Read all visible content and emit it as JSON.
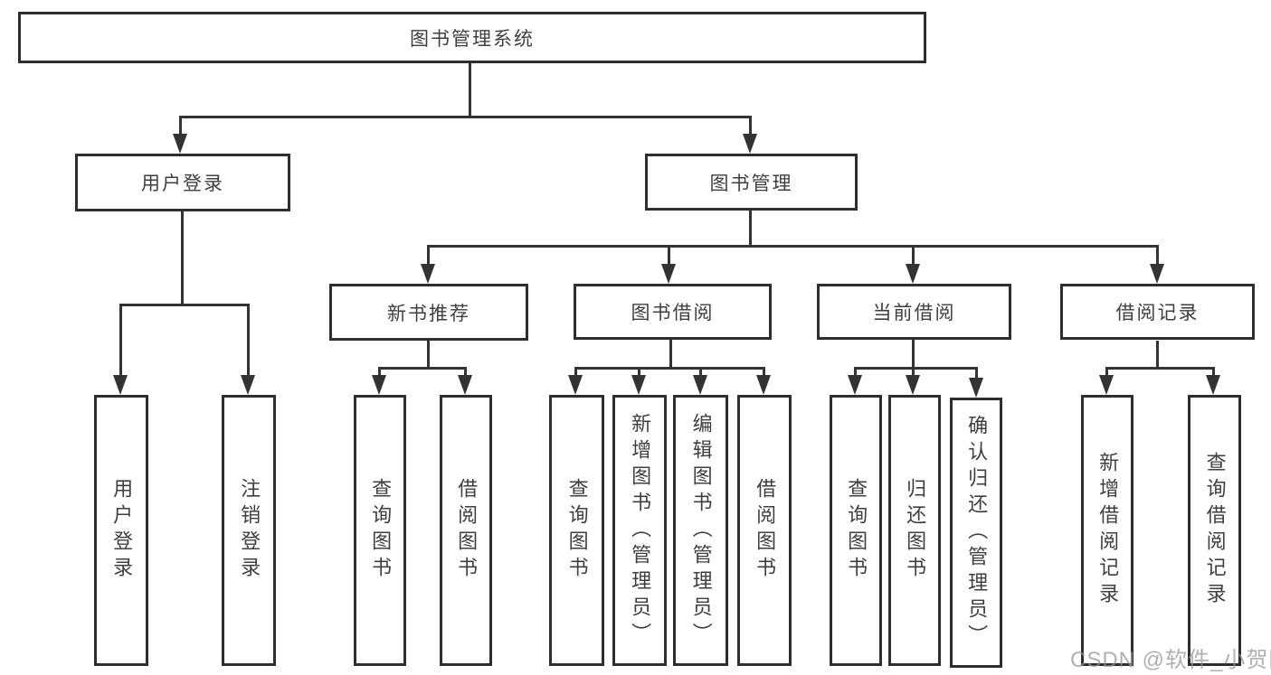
{
  "tree": {
    "root": {
      "label": "图书管理系统"
    },
    "user_login": {
      "label": "用户登录",
      "children": [
        {
          "label": "用户登录"
        },
        {
          "label": "注销登录"
        }
      ]
    },
    "book_mgmt": {
      "label": "图书管理",
      "sections": [
        {
          "label": "新书推荐",
          "children": [
            {
              "label": "查询图书"
            },
            {
              "label": "借阅图书"
            }
          ]
        },
        {
          "label": "图书借阅",
          "children": [
            {
              "label": "查询图书"
            },
            {
              "label": "新增图书（管理员）"
            },
            {
              "label": "编辑图书（管理员）"
            },
            {
              "label": "借阅图书"
            }
          ]
        },
        {
          "label": "当前借阅",
          "children": [
            {
              "label": "查询图书"
            },
            {
              "label": "归还图书"
            },
            {
              "label": "确认归还（管理员）"
            }
          ]
        },
        {
          "label": "借阅记录",
          "children": [
            {
              "label": "新增借阅记录"
            },
            {
              "label": "查询借阅记录"
            }
          ]
        }
      ]
    }
  },
  "watermark": {
    "text": "CSDN @软件_小贺同学"
  },
  "colors": {
    "line": "#333333",
    "box_border": "#2e2e2e",
    "text": "#3f3f3f",
    "watermark": "#a6a6a6",
    "background": "#ffffff"
  }
}
